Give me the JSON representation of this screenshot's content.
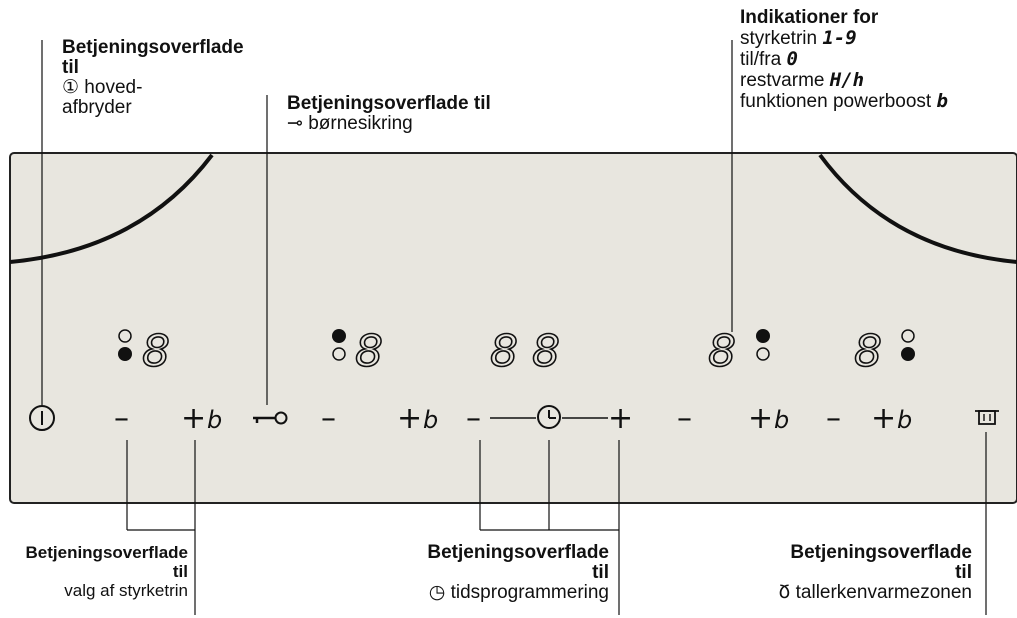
{
  "top_left": {
    "title_1": "Betjeningsoverflade",
    "title_2": "til",
    "line_1": "① hoved-",
    "line_2": "afbryder"
  },
  "top_middle": {
    "title": "Betjeningsoverflade til",
    "line_1": "⊸ børnesikring"
  },
  "top_right": {
    "title": "Indikationer for",
    "line_1_text": "styrketrin ",
    "line_1_sym": "1-9",
    "line_2_text": "til/fra ",
    "line_2_sym": "0",
    "line_3_text": "restvarme ",
    "line_3_sym": "H/h",
    "line_4_text": "funktionen powerboost ",
    "line_4_sym": "b"
  },
  "bottom_left": {
    "title_1": "Betjeningsoverflade",
    "title_2": "til",
    "line_1": "valg af styrketrin"
  },
  "bottom_middle": {
    "title_1": "Betjeningsoverflade",
    "title_2": "til",
    "line_1": "◷ tidsprogrammering"
  },
  "bottom_right": {
    "title_1": "Betjeningsoverflade",
    "title_2": "til",
    "line_1": "Ჾ tallerkenvarmezonen"
  },
  "panel": {
    "digits": [
      "8",
      "8",
      "8",
      "8",
      "8",
      "8"
    ],
    "controls": {
      "minus": "–",
      "plus": "+",
      "boost": "b",
      "power": "①",
      "lock": "⊸",
      "timer": "◷"
    }
  },
  "colors": {
    "panel": "#e8e6df",
    "ink": "#111111"
  }
}
